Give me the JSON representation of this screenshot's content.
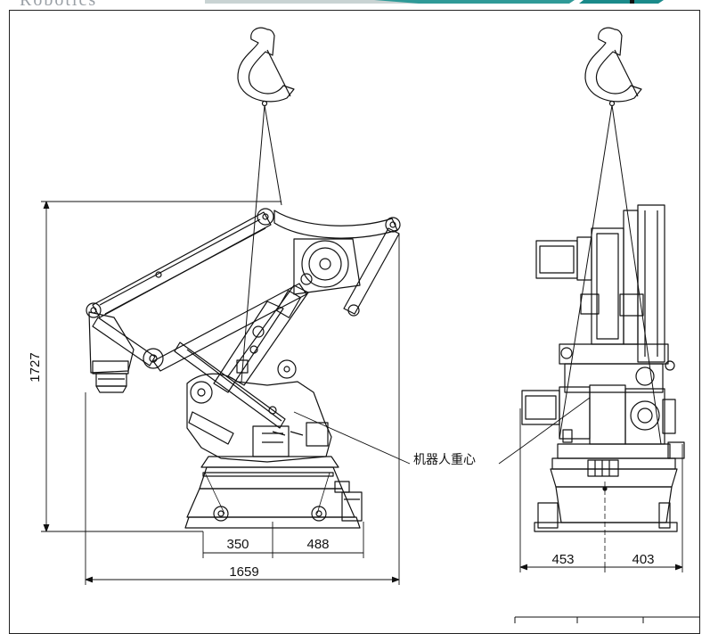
{
  "header": {
    "brand": "Robotics",
    "accent_color": "#1a8a8a"
  },
  "diagram": {
    "center_of_gravity_label": "机器人重心",
    "dimensions": {
      "height": "1727",
      "base_left": "350",
      "base_right": "488",
      "total_width": "1659",
      "side_left": "453",
      "side_right": "403"
    }
  }
}
